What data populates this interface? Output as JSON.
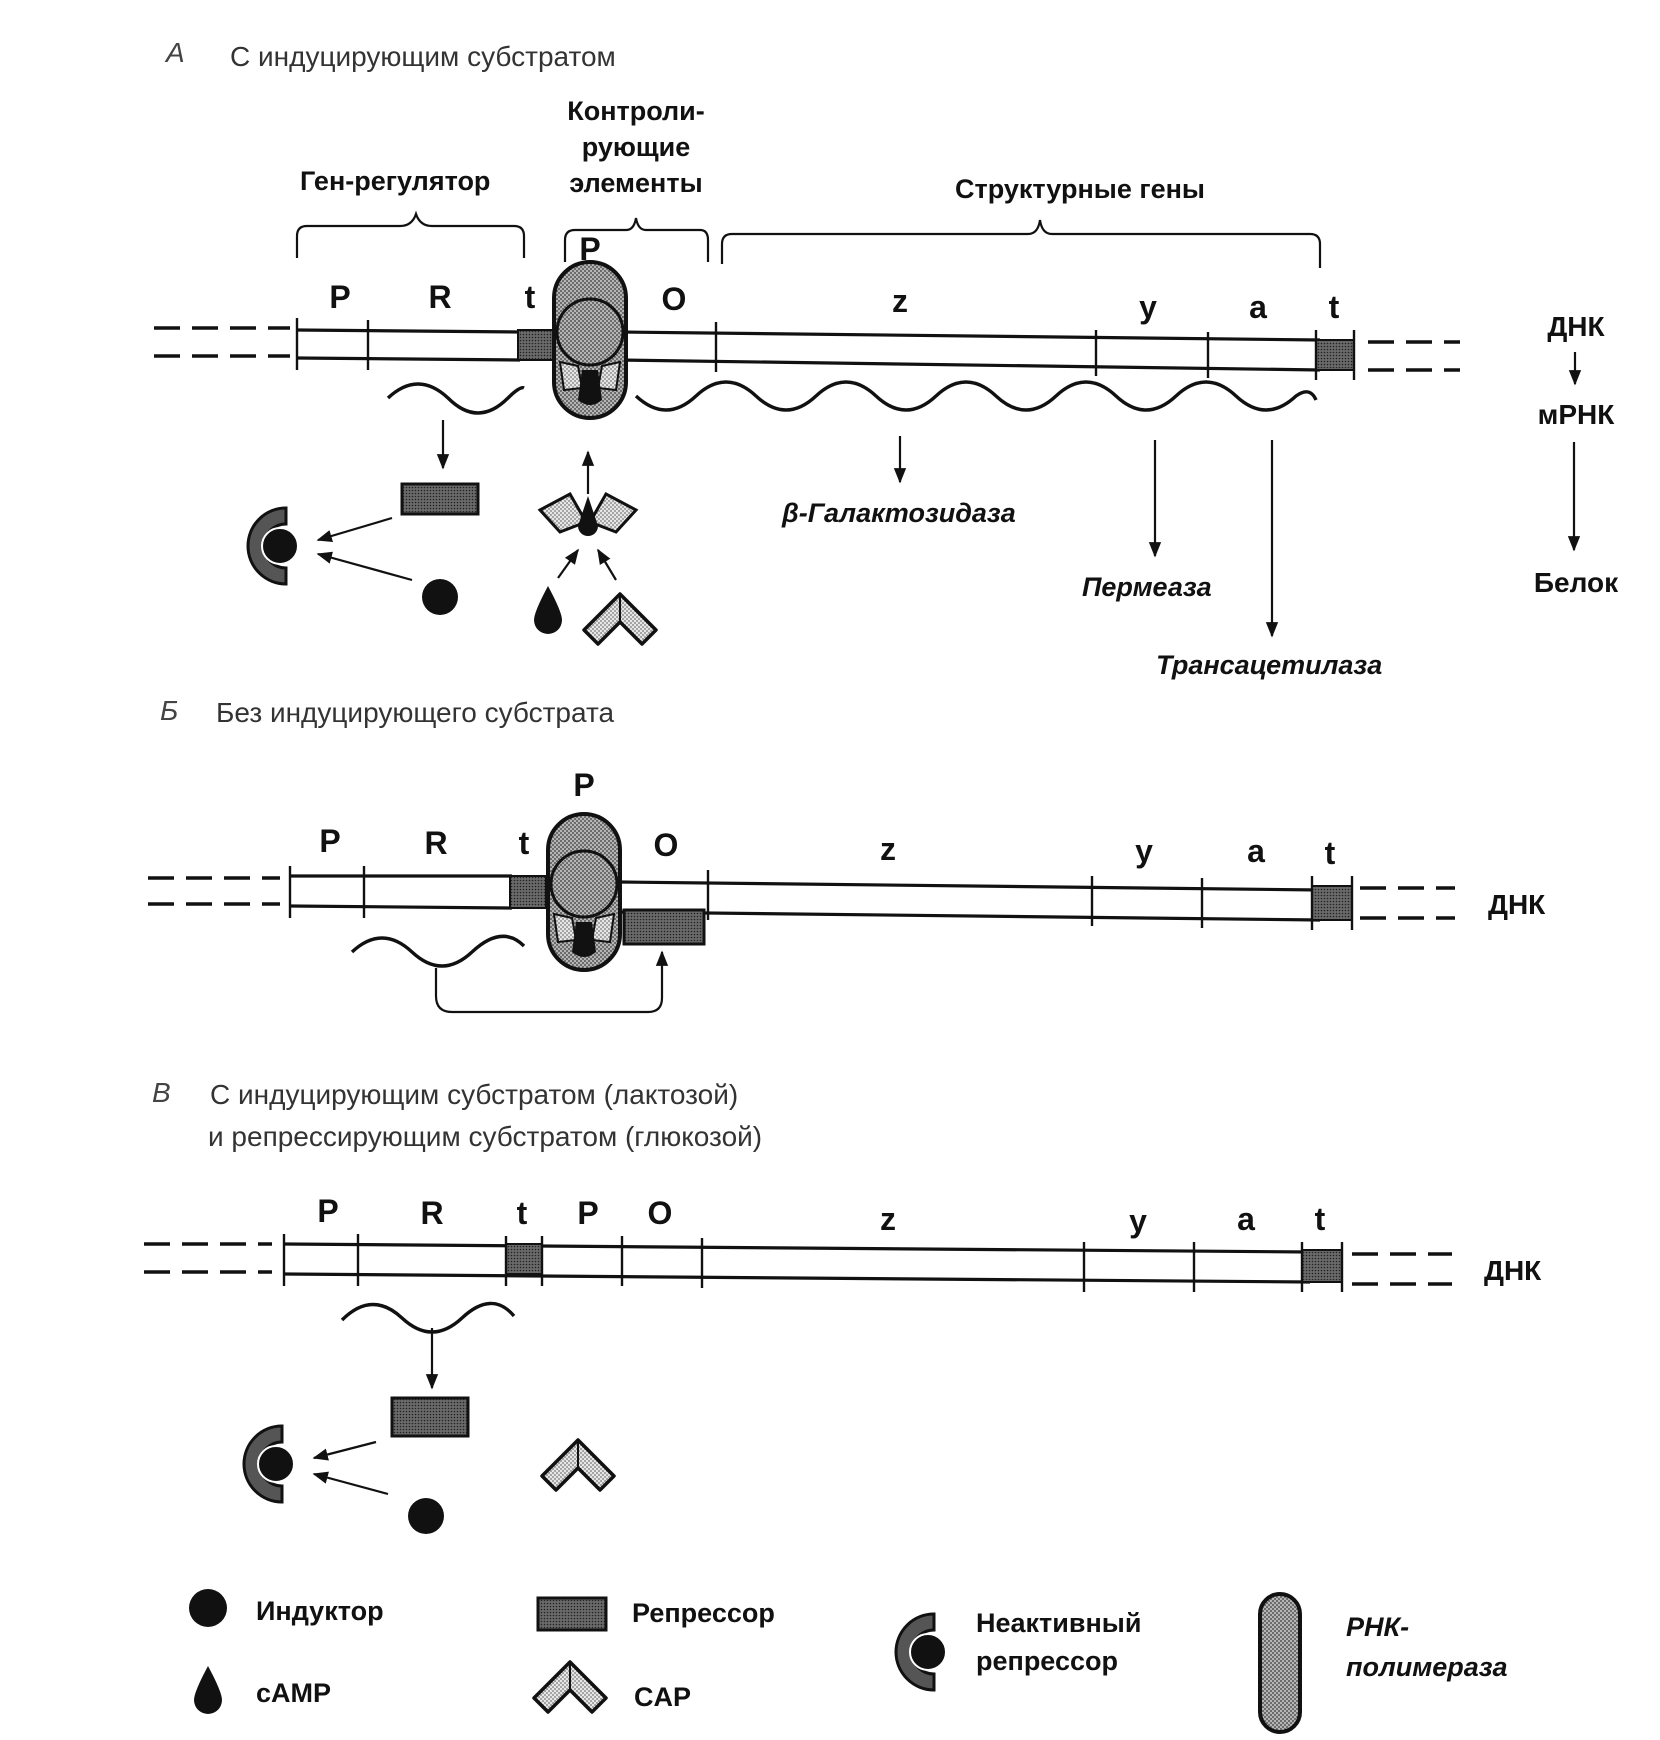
{
  "panels": {
    "a": {
      "letter": "А",
      "title": "С индуцирующим субстратом",
      "regions": {
        "regulator": "Ген-регулятор",
        "control_line1": "Контроли-",
        "control_line2": "рующие",
        "control_line3": "элементы",
        "structural": "Структурные гены"
      },
      "genes": [
        "P",
        "R",
        "t",
        "P",
        "O",
        "z",
        "y",
        "a",
        "t"
      ],
      "products": [
        "β-Галактозидаза",
        "Пермеаза",
        "Трансацетилаза"
      ],
      "flow": [
        "ДНК",
        "мРНК",
        "Белок"
      ]
    },
    "b": {
      "letter": "Б",
      "title": "Без индуцирующего субстрата",
      "genes": [
        "P",
        "R",
        "t",
        "P",
        "O",
        "z",
        "y",
        "a",
        "t"
      ],
      "dna_label": "ДНК"
    },
    "v": {
      "letter": "В",
      "title_line1": "С индуцирующим субстратом  (лактозой)",
      "title_line2": "и репрессирующим субстратом  (глюкозой)",
      "genes": [
        "P",
        "R",
        "t",
        "P",
        "O",
        "z",
        "y",
        "a",
        "t"
      ],
      "dna_label": "ДНК"
    }
  },
  "legend": {
    "inducer": "Индуктор",
    "camp": "cAMP",
    "repressor": "Репрессор",
    "cap": "CAP",
    "inactive_line1": "Неактивный",
    "inactive_line2": "репрессор",
    "polymerase_line1": "РНК-",
    "polymerase_line2": "полимераза"
  },
  "colors": {
    "repressor": "#555555",
    "polymerase": "#9a9a9a",
    "cap": "#d8d8d8",
    "terminator": "#6b6b6b"
  }
}
